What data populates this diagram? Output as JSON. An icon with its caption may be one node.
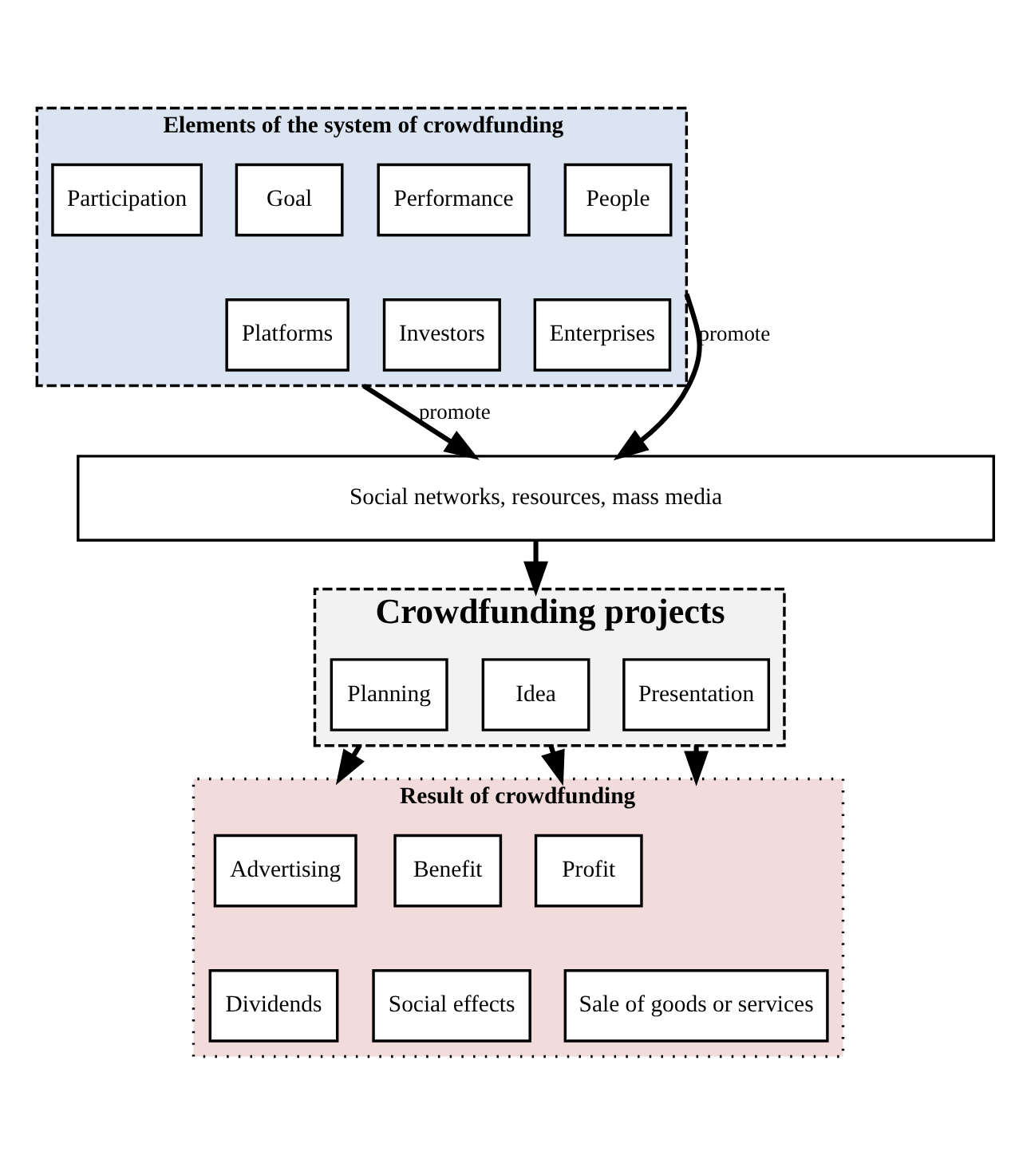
{
  "diagram": {
    "nodes": [
      {
        "text": [
          "Elements of the system of crowdfunding"
        ]
      },
      {
        "text": [
          "People"
        ],
        "in": 0
      },
      {
        "text": [
          "Performance"
        ],
        "in": 0
      },
      {
        "text": [
          "Goal"
        ],
        "in": 0
      },
      {
        "text": [
          "Participation"
        ],
        "in": 0
      },
      {
        "text": [
          "Enterprises"
        ],
        "in": 0
      },
      {
        "text": [
          "Investors"
        ],
        "in": 0
      },
      {
        "text": [
          "Platforms"
        ],
        "in": 0
      },
      {
        "text": [
          "Social networks, resources, mass media"
        ]
      },
      {
        "text": [
          "Crowdfunding projects"
        ]
      },
      {
        "text": [
          "Planning"
        ],
        "in": 9
      },
      {
        "text": [
          "Idea"
        ],
        "in": 9
      },
      {
        "text": [
          "Presentation"
        ],
        "in": 9
      },
      {
        "text": [
          "Result of crowdfunding"
        ]
      },
      {
        "text": [
          "Advertising"
        ],
        "in": 13
      },
      {
        "text": [
          "Benefit"
        ],
        "in": 13
      },
      {
        "text": [
          "Profit"
        ],
        "in": 13
      },
      {
        "text": [
          "Dividends"
        ],
        "in": 13
      },
      {
        "text": [
          "Social effects"
        ],
        "in": 13
      },
      {
        "text": [
          "Sale of goods or services"
        ],
        "in": 13
      }
    ],
    "edges": [
      {
        "from": 0,
        "to": 8,
        "arrow": "to",
        "label": "promote"
      },
      {
        "from": 0,
        "to": 8,
        "arrow": "to",
        "label": "promote"
      },
      {
        "from": 8,
        "to": 9,
        "arrow": "to"
      },
      {
        "from": 9,
        "to": 13,
        "arrow": "to"
      },
      {
        "from": 9,
        "to": 13,
        "arrow": "to"
      },
      {
        "from": 9,
        "to": 13,
        "arrow": "to"
      }
    ]
  }
}
